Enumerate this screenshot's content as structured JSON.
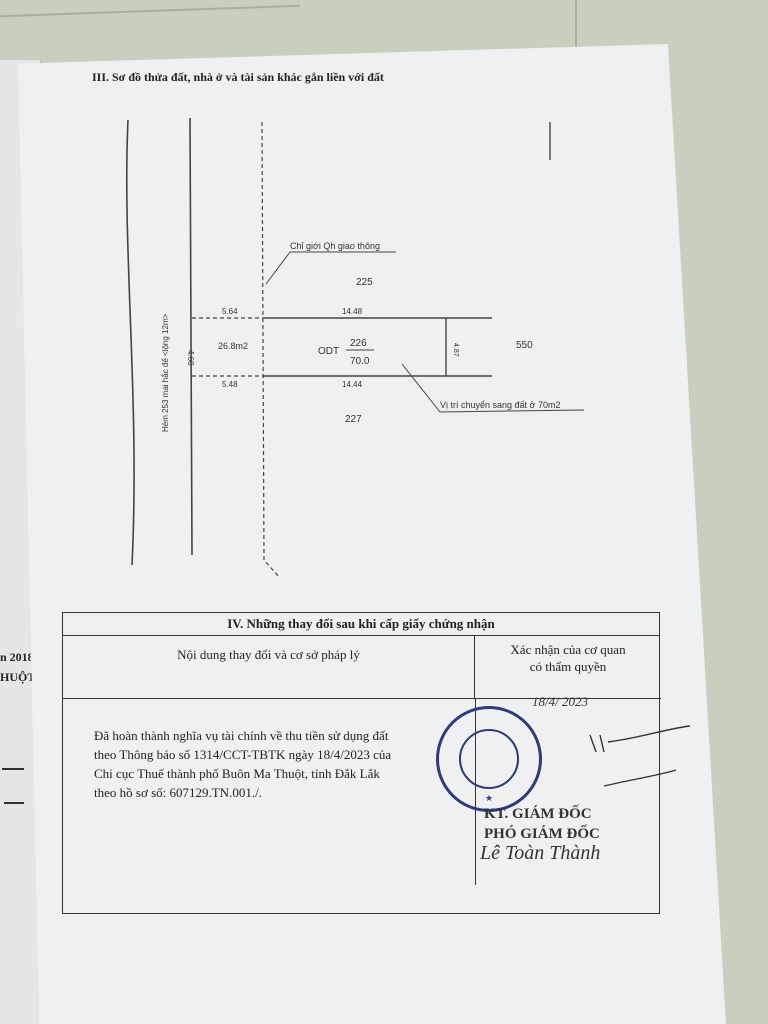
{
  "left_page": {
    "year": "n 2018",
    "city": "HUỘT"
  },
  "section_iii": {
    "title": "III. Sơ đồ thửa đất, nhà ở và tài sản khác gắn liền với đất"
  },
  "plan": {
    "road_label": "Hẻm 253 mai hắc đế <lộng 12m>",
    "road_width": "4.60",
    "boundary_label": "Chỉ giới Qh giao thông",
    "parcel_above": "225",
    "parcel_below": "227",
    "parcel_right": "550",
    "dim_top_left": "5.64",
    "dim_top": "14.48",
    "dim_bottom_left": "5.48",
    "dim_bottom": "14.44",
    "setback_area": "26.8m2",
    "land_type": "ODT",
    "parcel_number": "226",
    "parcel_area": "70.0",
    "dim_right": "4.87",
    "conversion_note": "Vị trí chuyển sang đất ở 70m2"
  },
  "section_iv": {
    "title": "IV. Những thay đổi sau khi cấp giấy chứng nhận",
    "col1_header": "Nội dung thay đổi và cơ sở pháp lý",
    "col2_header_line1": "Xác nhận của cơ quan",
    "col2_header_line2": "có thẩm quyền",
    "body_lines": [
      "Đã hoàn thành nghĩa vụ tài chính về thu tiền sử dụng đất",
      "theo Thông báo số 1314/CCT-TBTK ngày 18/4/2023 của",
      "Chi cục Thuế thành phố Buôn Ma Thuột, tỉnh Đắk Lắk",
      "theo hồ sơ số: 607129.TN.001./."
    ],
    "handwritten_date": "18/4/ 2023",
    "signer_title_1": "KT. GIÁM ĐỐC",
    "signer_title_2": "PHÓ GIÁM ĐỐC",
    "signer_name": "Lê Toàn Thành"
  }
}
